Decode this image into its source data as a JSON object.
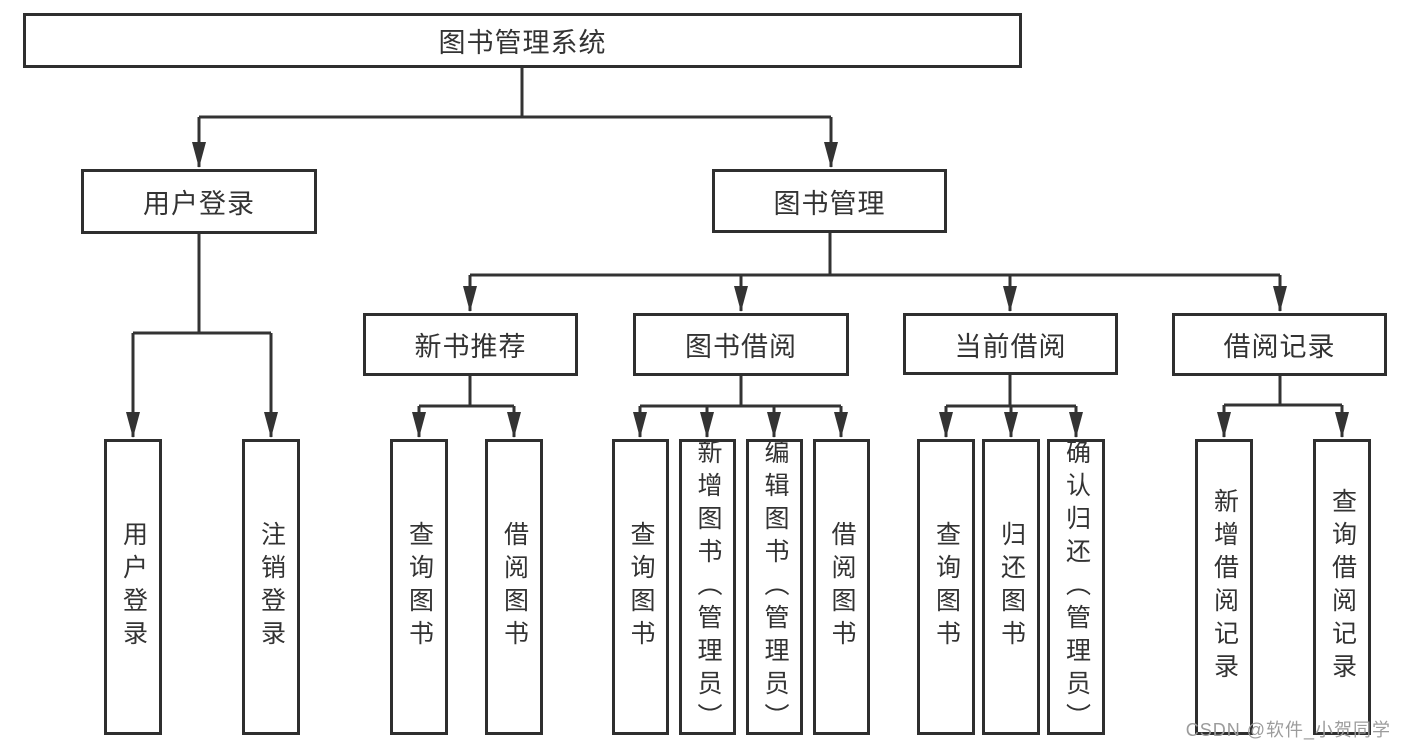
{
  "diagram_title": "图书管理系统",
  "nodes": {
    "root": "图书管理系统",
    "user_login": "用户登录",
    "book_management": "图书管理",
    "new_book_recommend": "新书推荐",
    "book_borrowing": "图书借阅",
    "current_borrowing": "当前借阅",
    "borrowing_records": "借阅记录",
    "leaf_user_login": "用户登录",
    "leaf_logout": "注销登录",
    "leaf_recommend_query_books": "查询图书",
    "leaf_recommend_borrow_books": "借阅图书",
    "leaf_borrowing_query_books": "查询图书",
    "leaf_borrowing_add_books_admin": "新增图书（管理员）",
    "leaf_borrowing_edit_books_admin": "编辑图书（管理员）",
    "leaf_borrowing_borrow_books": "借阅图书",
    "leaf_current_query_books": "查询图书",
    "leaf_current_return_books": "归还图书",
    "leaf_current_confirm_return_admin": "确认归还（管理员）",
    "leaf_records_add_record": "新增借阅记录",
    "leaf_records_query_record": "查询借阅记录"
  },
  "hierarchy": {
    "图书管理系统": {
      "用户登录": [
        "用户登录",
        "注销登录"
      ],
      "图书管理": {
        "新书推荐": [
          "查询图书",
          "借阅图书"
        ],
        "图书借阅": [
          "查询图书",
          "新增图书（管理员）",
          "编辑图书（管理员）",
          "借阅图书"
        ],
        "当前借阅": [
          "查询图书",
          "归还图书",
          "确认归还（管理员）"
        ],
        "借阅记录": [
          "新增借阅记录",
          "查询借阅记录"
        ]
      }
    }
  },
  "watermark": "CSDN @软件_小贺同学",
  "colors": {
    "line": "#333333",
    "box_border": "#2f2f2f",
    "text": "#333333",
    "watermark": "#9c9c9c",
    "background": "#ffffff"
  }
}
